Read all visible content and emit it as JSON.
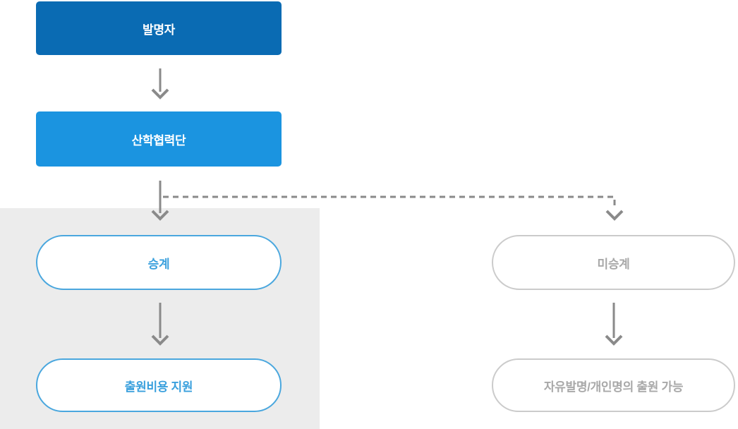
{
  "diagram": {
    "title": "invention-ownership-flow",
    "nodes": {
      "inventor": {
        "label": "발명자",
        "type": "box",
        "color_key": "inventor_bg"
      },
      "foundation": {
        "label": "산학협력단",
        "type": "box",
        "color_key": "foundation_bg"
      },
      "succession": {
        "label": "승계",
        "type": "pill",
        "style": "blue"
      },
      "cost_support": {
        "label": "출원비용 지원",
        "type": "pill",
        "style": "blue"
      },
      "non_succession": {
        "label": "미승계",
        "type": "pill",
        "style": "gray"
      },
      "free_invention": {
        "label": "자유발명/개인명의 출원 가능",
        "type": "pill",
        "style": "gray"
      }
    },
    "edges": [
      {
        "from": "inventor",
        "to": "foundation",
        "style": "solid-arrow"
      },
      {
        "from": "foundation",
        "to": "succession",
        "style": "solid-arrow"
      },
      {
        "from": "foundation",
        "to": "non_succession",
        "style": "dashed-arrow"
      },
      {
        "from": "succession",
        "to": "cost_support",
        "style": "solid-arrow"
      },
      {
        "from": "non_succession",
        "to": "free_invention",
        "style": "solid-arrow"
      }
    ],
    "colors": {
      "inventor_bg": "#0a6bb3",
      "foundation_bg": "#1b94e0",
      "blue_pill_border": "#4aa7de",
      "blue_pill_text": "#3aa0dd",
      "gray_pill_border": "#cbcbcb",
      "gray_pill_text": "#a8a8a8",
      "arrow": "#8a8a8a",
      "panel_bg": "#ececec"
    }
  }
}
